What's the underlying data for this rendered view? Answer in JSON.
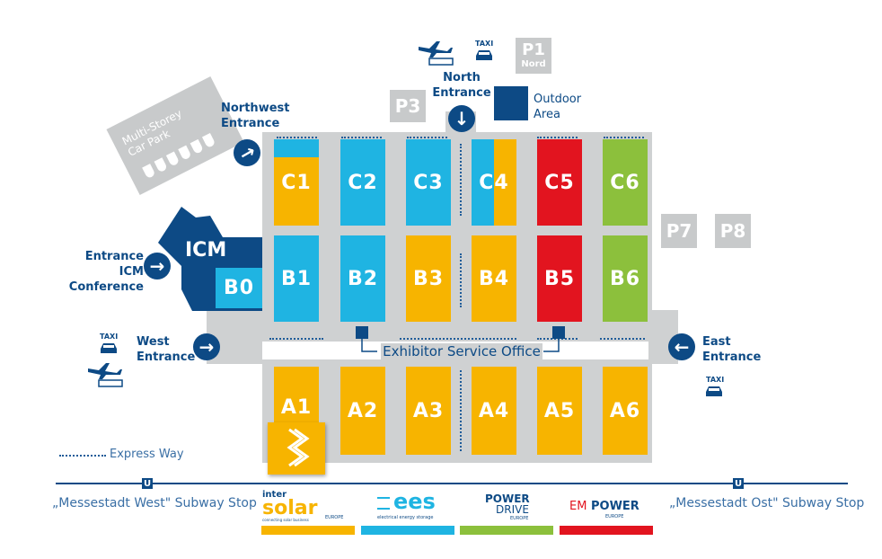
{
  "halls": [
    {
      "id": "c1",
      "label": "C1",
      "color": "#f7b400"
    },
    {
      "id": "c2",
      "label": "C2",
      "color": "#1fb4e2"
    },
    {
      "id": "c3",
      "label": "C3",
      "color": "#1fb4e2"
    },
    {
      "id": "c4",
      "label": "C4",
      "color": "#1fb4e2"
    },
    {
      "id": "c5",
      "label": "C5",
      "color": "#e2141f"
    },
    {
      "id": "c6",
      "label": "C6",
      "color": "#8cc03c"
    },
    {
      "id": "b0",
      "label": "B0",
      "color": "#1fb4e2"
    },
    {
      "id": "b1",
      "label": "B1",
      "color": "#1fb4e2"
    },
    {
      "id": "b2",
      "label": "B2",
      "color": "#1fb4e2"
    },
    {
      "id": "b3",
      "label": "B3",
      "color": "#f7b400"
    },
    {
      "id": "b4",
      "label": "B4",
      "color": "#f7b400"
    },
    {
      "id": "b5",
      "label": "B5",
      "color": "#e2141f"
    },
    {
      "id": "b6",
      "label": "B6",
      "color": "#8cc03c"
    },
    {
      "id": "a1",
      "label": "A1",
      "color": "#f7b400"
    },
    {
      "id": "a2",
      "label": "A2",
      "color": "#f7b400"
    },
    {
      "id": "a3",
      "label": "A3",
      "color": "#f7b400"
    },
    {
      "id": "a4",
      "label": "A4",
      "color": "#f7b400"
    },
    {
      "id": "a5",
      "label": "A5",
      "color": "#f7b400"
    },
    {
      "id": "a6",
      "label": "A6",
      "color": "#f7b400"
    }
  ],
  "icm": "ICM",
  "parking": {
    "p1": "P1",
    "p1_sub": "Nord",
    "p3": "P3",
    "p7": "P7",
    "p8": "P8",
    "multi_storey": "Multi-Storey Car Park"
  },
  "entrances": {
    "north": "North Entrance",
    "northwest": "Northwest Entrance",
    "west": "West Entrance",
    "east": "East Entrance",
    "icm_conference": "Entrance ICM Conference"
  },
  "outdoor_area": "Outdoor Area",
  "exhibitor_service_office": "Exhibitor Service Office",
  "express_way": "Express Way",
  "taxi": "TAXI",
  "subway": {
    "symbol": "U",
    "west_stop": "„Messestadt West\" Subway Stop",
    "east_stop": "„Messestadt Ost\" Subway Stop"
  },
  "brands": {
    "intersolar_top": "inter",
    "intersolar_main": "solar",
    "intersolar_tag": "connecting solar business",
    "intersolar_region": "EUROPE",
    "ees_main": "ees",
    "ees_tag": "electrical energy storage",
    "powerdrive_1": "POWER",
    "powerdrive_2": "DRIVE",
    "powerdrive_region": "EUROPE",
    "empower_em": "EM",
    "empower_power": "POWER",
    "empower_region": "EUROPE"
  },
  "colors": {
    "navy": "#0d4a85",
    "yellow": "#f7b400",
    "cyan": "#1fb4e2",
    "red": "#e2141f",
    "green": "#8cc03c",
    "grey": "#cfd1d2"
  }
}
